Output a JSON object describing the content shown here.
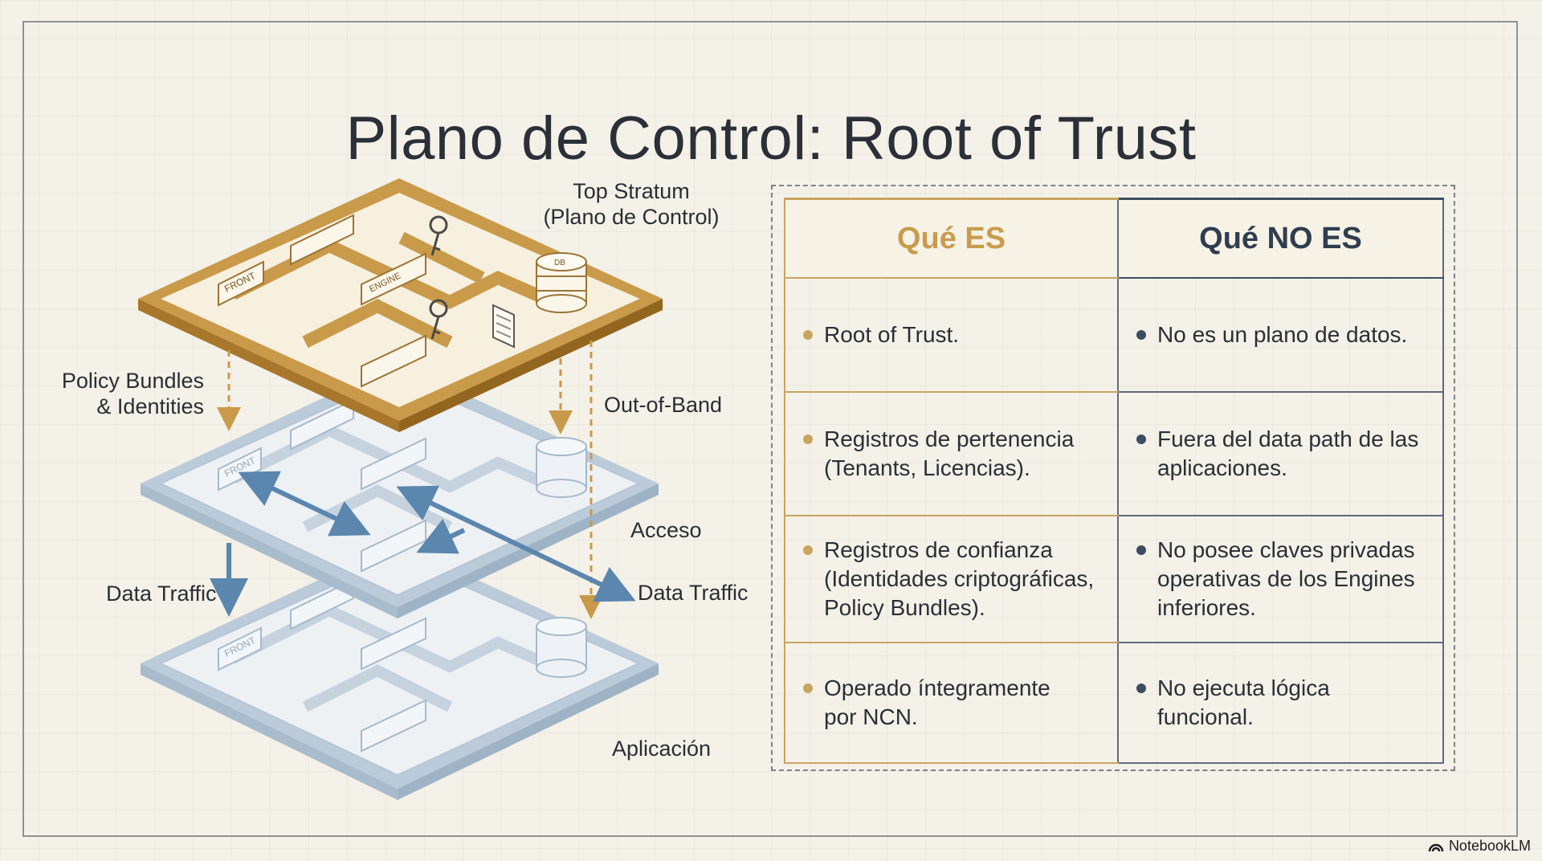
{
  "title": "Plano de Control: Root of Trust",
  "diagram": {
    "labels": {
      "top_stratum": "Top Stratum\n(Plano de Control)",
      "policy_bundles": "Policy Bundles\n& Identities",
      "out_of_band": "Out-of-Band",
      "acceso": "Acceso",
      "data_traffic_left": "Data Traffic",
      "data_traffic_right": "Data Traffic",
      "aplicacion": "Aplicación"
    },
    "plate_tags": {
      "front": "FRONT",
      "engine": "ENGINE",
      "db": "DB"
    }
  },
  "table": {
    "headers": {
      "es": "Qué ES",
      "no_es": "Qué NO ES"
    },
    "rows": [
      {
        "es": "Root of Trust.",
        "no_es": "No es un plano de datos."
      },
      {
        "es": "Registros de pertenencia\n(Tenants, Licencias).",
        "no_es": "Fuera del data path de las\naplicaciones."
      },
      {
        "es": "Registros de confianza\n(Identidades criptográficas,\nPolicy Bundles).",
        "no_es": "No posee claves privadas\noperativas de los Engines\ninferiores."
      },
      {
        "es": "Operado íntegramente\npor NCN.",
        "no_es": "No ejecuta lógica\nfuncional."
      }
    ]
  },
  "brand": "NotebookLM",
  "colors": {
    "gold": "#c9a460",
    "gold_dark": "#b07f2f",
    "navy": "#3d4d60",
    "steel_blue": "#5b86ad",
    "pale_blue": "#c9d6e3",
    "background": "#f4f1e8"
  }
}
